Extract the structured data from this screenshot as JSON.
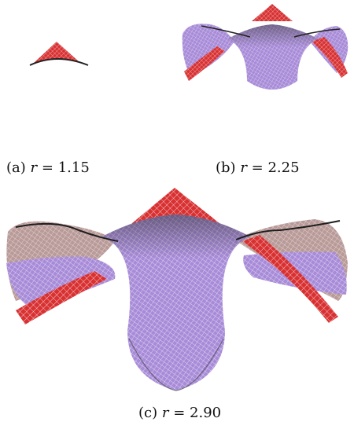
{
  "figure": {
    "panels": [
      {
        "label": "(a)",
        "variable": "r",
        "equals": "=",
        "value": "1.15"
      },
      {
        "label": "(b)",
        "variable": "r",
        "equals": "=",
        "value": "2.25"
      },
      {
        "label": "(c)",
        "variable": "r",
        "equals": "=",
        "value": "2.90"
      }
    ],
    "colors": {
      "red_mesh": "#d93030",
      "purple_mesh": "#a78bd8",
      "dark_edge": "#333333",
      "grid_line": "#f4e6f0"
    }
  }
}
